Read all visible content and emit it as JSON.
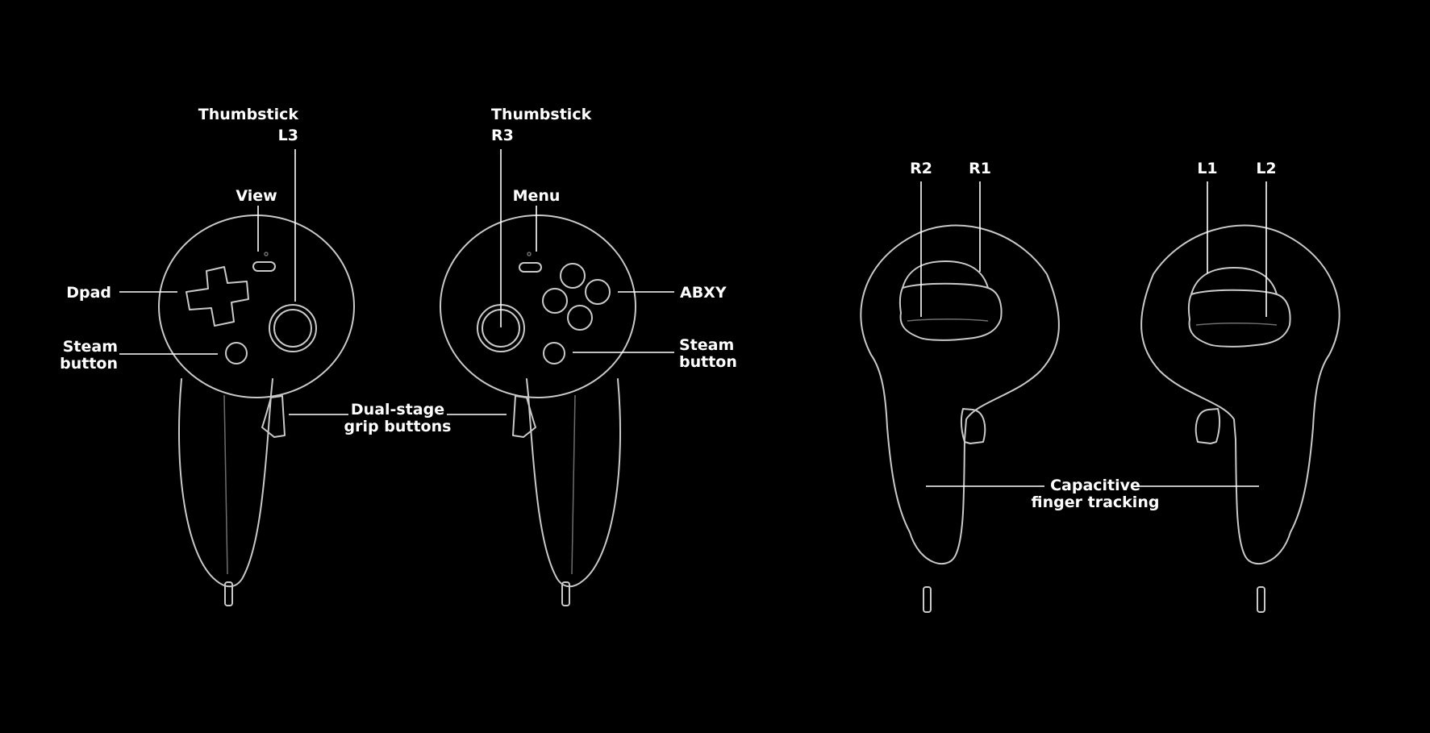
{
  "colors": {
    "background": "#000000",
    "outline": "#c9c9c9",
    "text": "#ffffff"
  },
  "labels": {
    "thumbstick_left": "Thumbstick",
    "l3": "L3",
    "view": "View",
    "dpad": "Dpad",
    "steam_left_1": "Steam",
    "steam_left_2": "button",
    "thumbstick_right": "Thumbstick",
    "r3": "R3",
    "menu": "Menu",
    "abxy": "ABXY",
    "steam_right_1": "Steam",
    "steam_right_2": "button",
    "grip_1": "Dual-stage",
    "grip_2": "grip buttons",
    "r2": "R2",
    "r1": "R1",
    "l1": "L1",
    "l2": "L2",
    "finger_1": "Capacitive",
    "finger_2": "finger tracking"
  }
}
